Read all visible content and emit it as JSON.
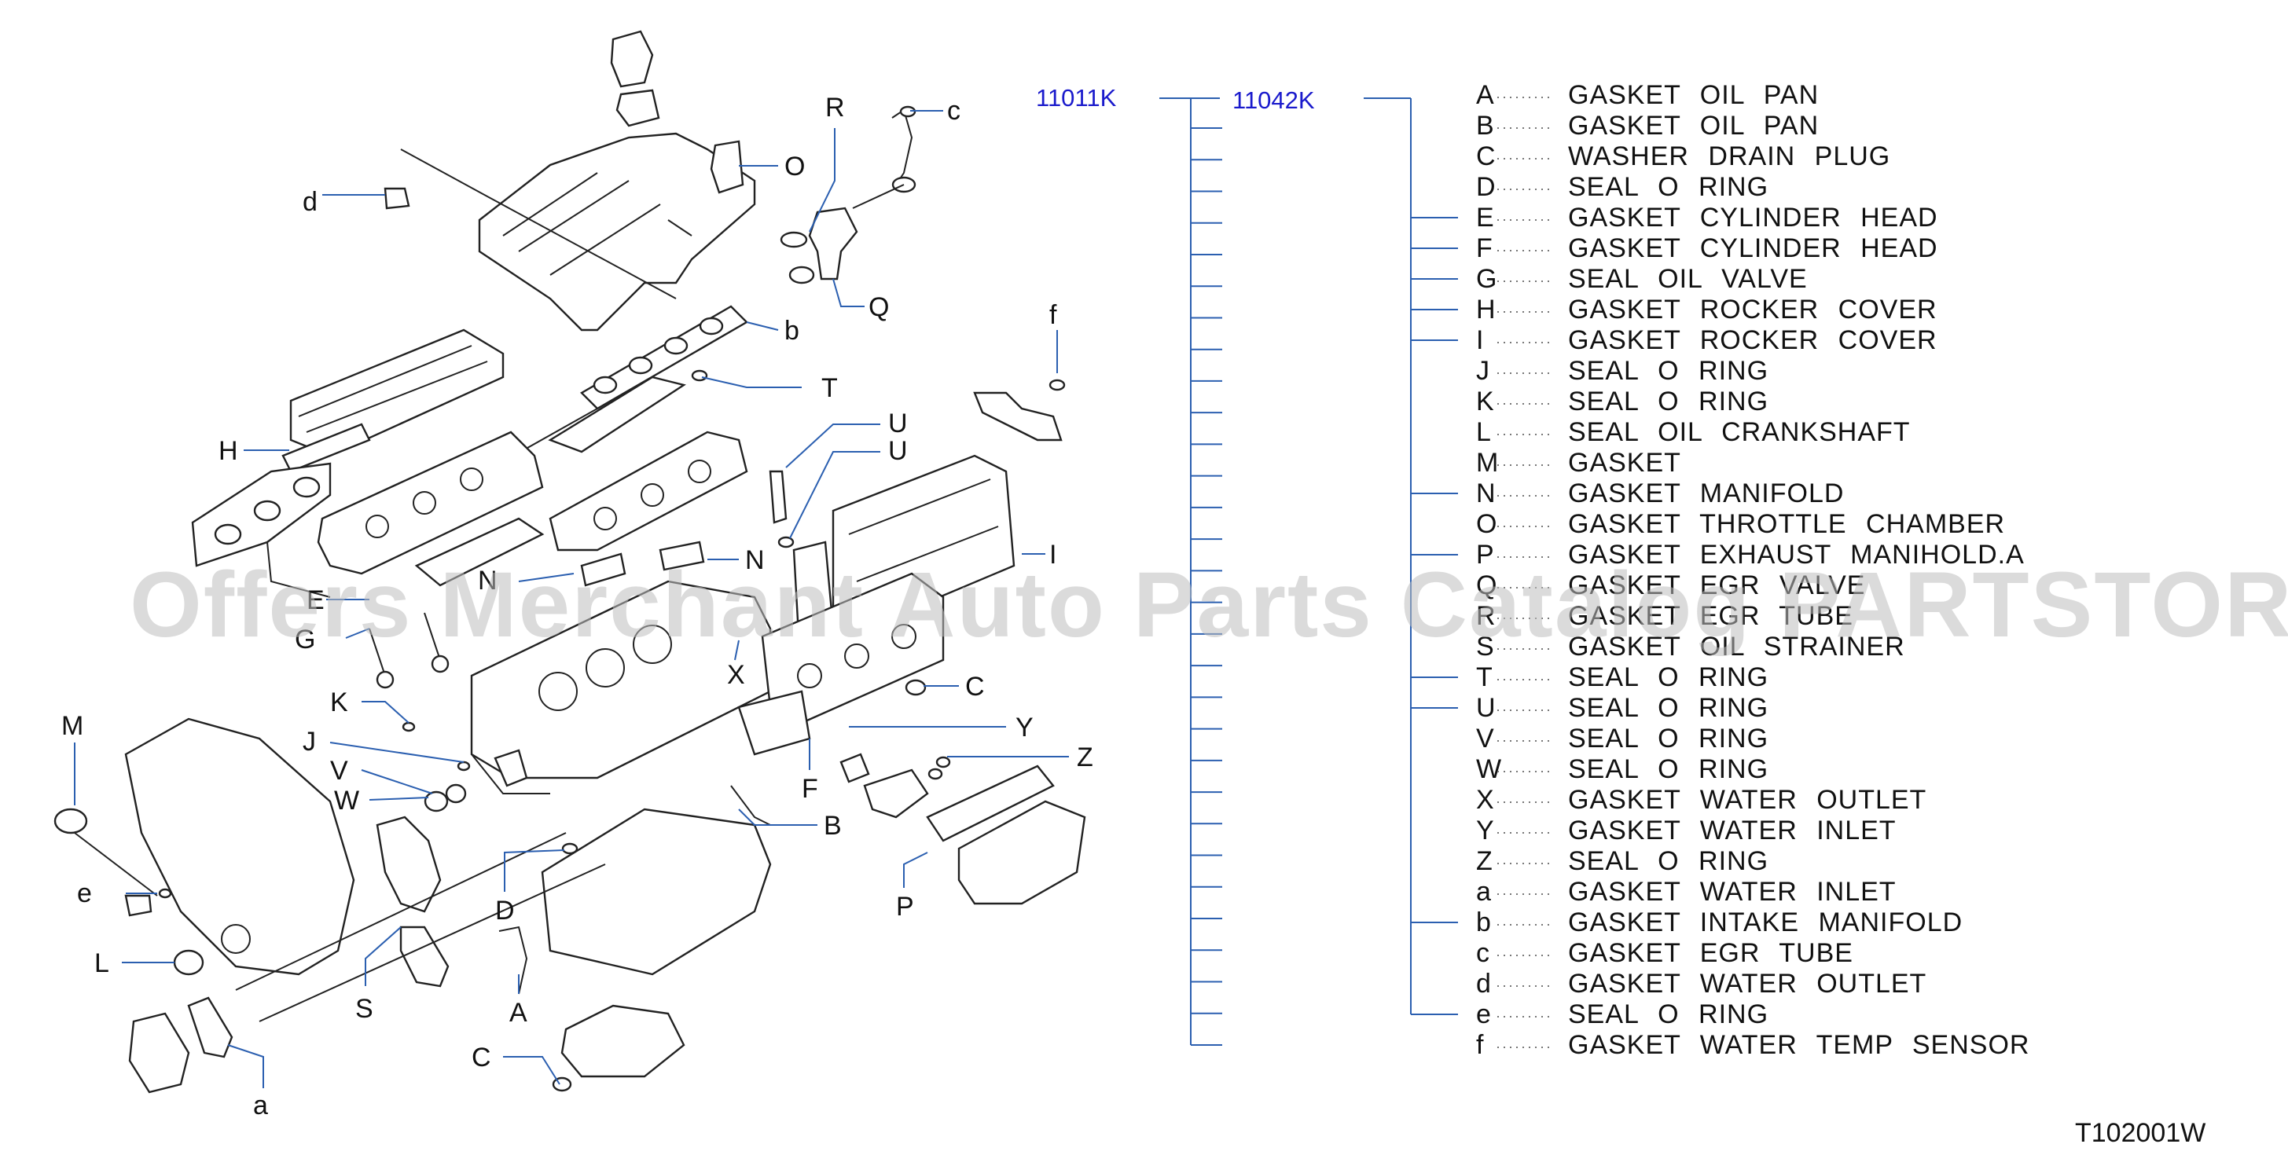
{
  "assembly_codes": {
    "main": "11011K",
    "sub": "11042K"
  },
  "footer_code": "T102001W",
  "watermark": "Offers Merchant Auto Parts Catalog PARTSTORE.SA",
  "colors": {
    "code_blue": "#1a1acc",
    "bracket_blue": "#2b5fb0",
    "line": "#222222",
    "watermark": "#bdbdbd"
  },
  "legend": [
    {
      "key": "A",
      "desc": "GASKET OIL PAN",
      "in_sub": false
    },
    {
      "key": "B",
      "desc": "GASKET OIL PAN",
      "in_sub": false
    },
    {
      "key": "C",
      "desc": "WASHER DRAIN PLUG",
      "in_sub": false
    },
    {
      "key": "D",
      "desc": "SEAL O RING",
      "in_sub": false
    },
    {
      "key": "E",
      "desc": "GASKET CYLINDER HEAD",
      "in_sub": true
    },
    {
      "key": "F",
      "desc": "GASKET CYLINDER HEAD",
      "in_sub": true
    },
    {
      "key": "G",
      "desc": "SEAL OIL VALVE",
      "in_sub": true
    },
    {
      "key": "H",
      "desc": "GASKET ROCKER COVER",
      "in_sub": true
    },
    {
      "key": "I",
      "desc": "GASKET ROCKER COVER",
      "in_sub": true
    },
    {
      "key": "J",
      "desc": "SEAL O RING",
      "in_sub": false
    },
    {
      "key": "K",
      "desc": "SEAL O RING",
      "in_sub": false
    },
    {
      "key": "L",
      "desc": "SEAL OIL CRANKSHAFT",
      "in_sub": false
    },
    {
      "key": "M",
      "desc": "GASKET",
      "in_sub": false
    },
    {
      "key": "N",
      "desc": "GASKET MANIFOLD",
      "in_sub": true
    },
    {
      "key": "O",
      "desc": "GASKET THROTTLE CHAMBER",
      "in_sub": false
    },
    {
      "key": "P",
      "desc": "GASKET EXHAUST MANIHOLD.A",
      "in_sub": true
    },
    {
      "key": "Q",
      "desc": "GASKET EGR VALVE",
      "in_sub": false
    },
    {
      "key": "R",
      "desc": "GASKET EGR TUBE",
      "in_sub": false
    },
    {
      "key": "S",
      "desc": "GASKET OIL STRAINER",
      "in_sub": false
    },
    {
      "key": "T",
      "desc": "SEAL O RING",
      "in_sub": true
    },
    {
      "key": "U",
      "desc": "SEAL O RING",
      "in_sub": true
    },
    {
      "key": "V",
      "desc": "SEAL O RING",
      "in_sub": false
    },
    {
      "key": "W",
      "desc": "SEAL O RING",
      "in_sub": false
    },
    {
      "key": "X",
      "desc": "GASKET WATER OUTLET",
      "in_sub": false
    },
    {
      "key": "Y",
      "desc": "GASKET WATER INLET",
      "in_sub": false
    },
    {
      "key": "Z",
      "desc": "SEAL O RING",
      "in_sub": false
    },
    {
      "key": "a",
      "desc": "GASKET WATER INLET",
      "in_sub": false
    },
    {
      "key": "b",
      "desc": "GASKET INTAKE MANIFOLD",
      "in_sub": true
    },
    {
      "key": "c",
      "desc": "GASKET EGR TUBE",
      "in_sub": false
    },
    {
      "key": "d",
      "desc": "GASKET WATER OUTLET",
      "in_sub": false
    },
    {
      "key": "e",
      "desc": "SEAL O RING",
      "in_sub": true
    },
    {
      "key": "f",
      "desc": "GASKET WATER TEMP SENSOR",
      "in_sub": false
    }
  ],
  "callouts": {
    "A": "A",
    "B": "B",
    "C1": "C",
    "C2": "C",
    "D": "D",
    "E": "E",
    "F": "F",
    "G": "G",
    "H": "H",
    "I": "I",
    "J": "J",
    "K": "K",
    "L": "L",
    "M": "M",
    "N1": "N",
    "N2": "N",
    "O": "O",
    "P": "P",
    "Q": "Q",
    "R": "R",
    "S": "S",
    "T": "T",
    "U1": "U",
    "U2": "U",
    "V": "V",
    "W": "W",
    "X": "X",
    "Y": "Y",
    "Z": "Z",
    "a": "a",
    "b": "b",
    "c": "c",
    "d": "d",
    "e": "e",
    "f": "f"
  }
}
